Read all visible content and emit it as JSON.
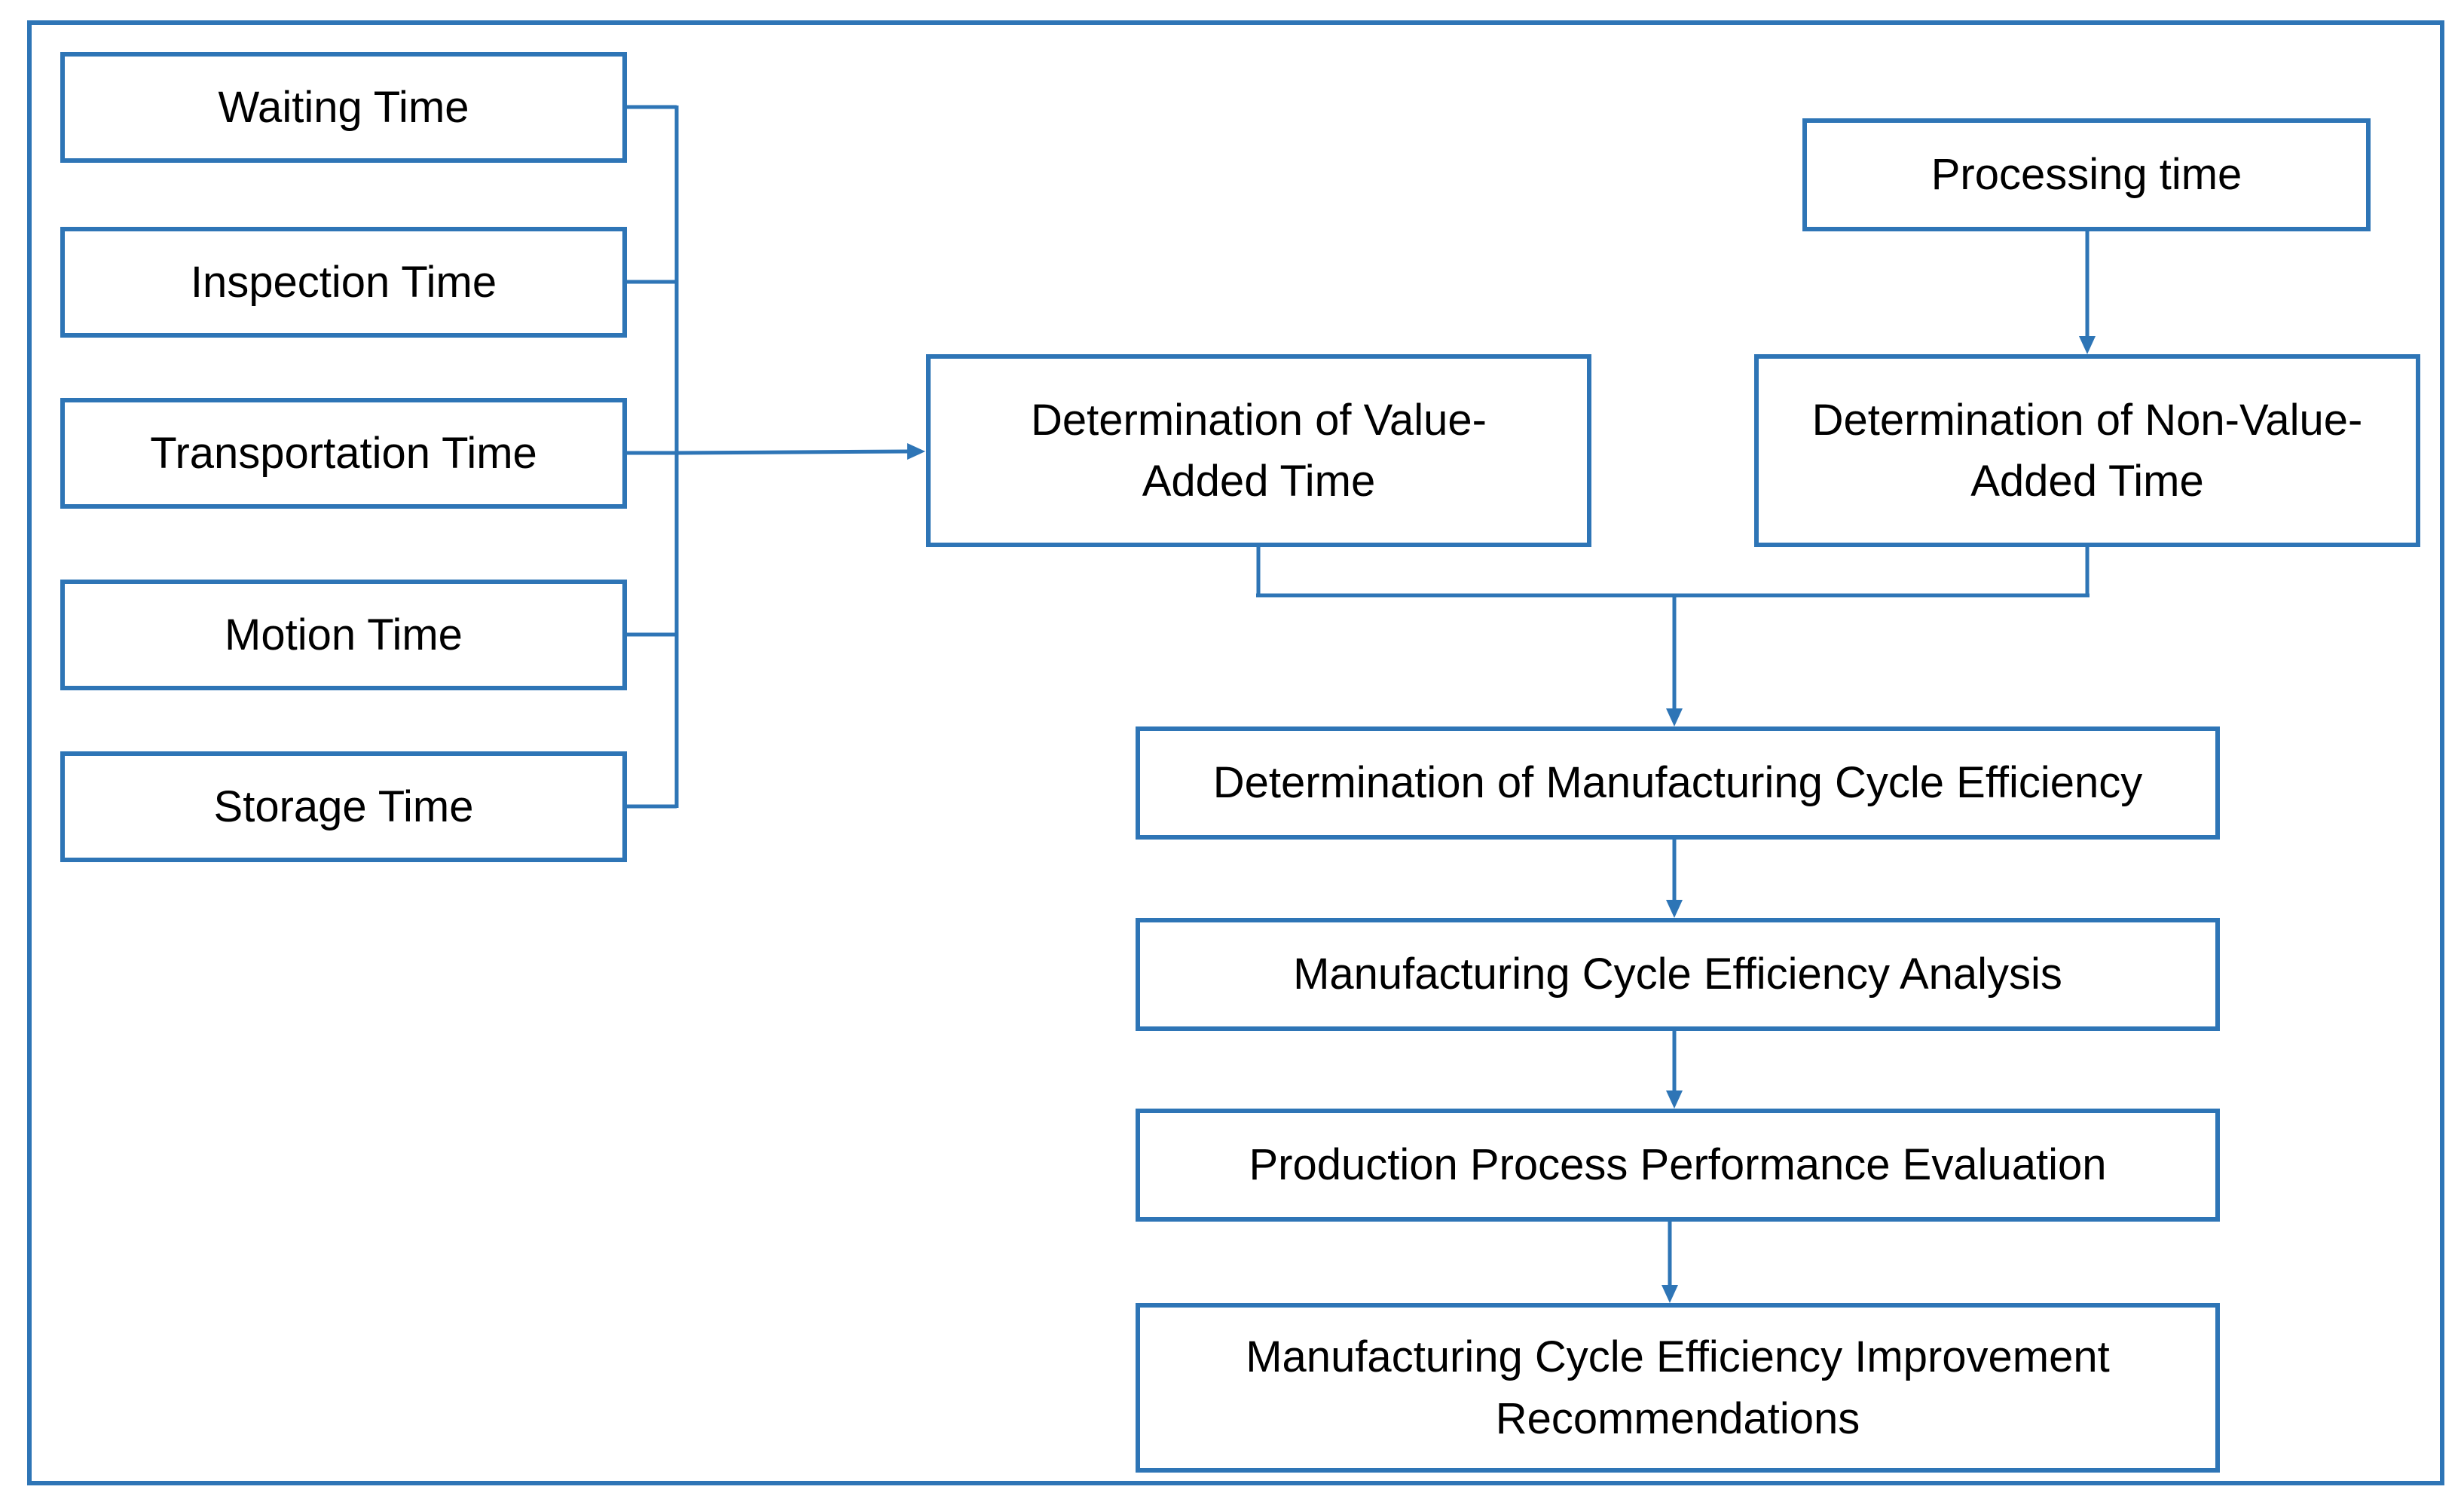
{
  "diagram": {
    "accent_color": "#2E75B6",
    "inputs": [
      "Waiting Time",
      "Inspection Time",
      "Transportation Time",
      "Motion Time",
      "Storage Time"
    ],
    "processing": "Processing time",
    "value_added": {
      "line1": "Determination of Value-",
      "line2": "Added Time"
    },
    "non_value_added": {
      "line1": "Determination of Non-Value-",
      "line2": "Added Time"
    },
    "steps": {
      "mce_determination": "Determination of Manufacturing Cycle Efficiency",
      "mce_analysis": "Manufacturing Cycle Efficiency Analysis",
      "performance_evaluation": "Production Process Performance Evaluation",
      "recommendations": {
        "line1": "Manufacturing Cycle Efficiency Improvement",
        "line2": "Recommendations"
      }
    }
  }
}
